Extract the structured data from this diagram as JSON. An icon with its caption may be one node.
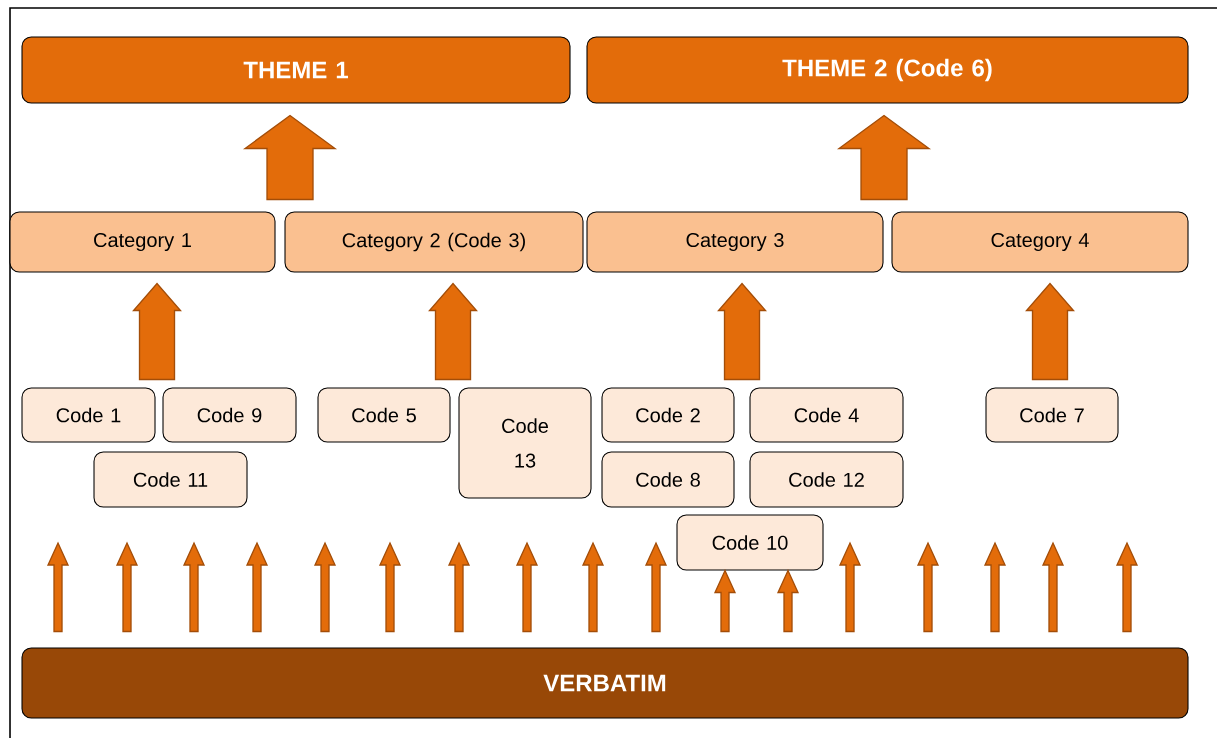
{
  "diagram": {
    "nodes": [
      {
        "text": [
          "THEME 1"
        ]
      },
      {
        "text": [
          "THEME 2 (Code 6)"
        ]
      },
      {
        "text": [
          "Category 1"
        ]
      },
      {
        "text": [
          "Category 2 (Code 3)"
        ]
      },
      {
        "text": [
          "Category 3"
        ]
      },
      {
        "text": [
          "Category 4"
        ]
      },
      {
        "text": [
          "Code 1"
        ]
      },
      {
        "text": [
          "Code 9"
        ]
      },
      {
        "text": [
          "Code 11"
        ]
      },
      {
        "text": [
          "Code 5"
        ]
      },
      {
        "text": [
          "Code 13"
        ]
      },
      {
        "text": [
          "Code 2"
        ]
      },
      {
        "text": [
          "Code 4"
        ]
      },
      {
        "text": [
          "Code 8"
        ]
      },
      {
        "text": [
          "Code 12"
        ]
      },
      {
        "text": [
          "Code 10"
        ]
      },
      {
        "text": [
          "Code 7"
        ]
      },
      {
        "text": [
          "VERBATIM"
        ]
      }
    ],
    "edges": [
      {
        "from": 2,
        "to": 0,
        "arrow": "to"
      },
      {
        "from": 3,
        "to": 0,
        "arrow": "to"
      },
      {
        "from": 4,
        "to": 1,
        "arrow": "to"
      },
      {
        "from": 5,
        "to": 1,
        "arrow": "to"
      },
      {
        "from": 6,
        "to": 2,
        "arrow": "to"
      },
      {
        "from": 7,
        "to": 2,
        "arrow": "to"
      },
      {
        "from": 8,
        "to": 2,
        "arrow": "to"
      },
      {
        "from": 9,
        "to": 3,
        "arrow": "to"
      },
      {
        "from": 10,
        "to": 3,
        "arrow": "to"
      },
      {
        "from": 11,
        "to": 4,
        "arrow": "to"
      },
      {
        "from": 12,
        "to": 4,
        "arrow": "to"
      },
      {
        "from": 13,
        "to": 4,
        "arrow": "to"
      },
      {
        "from": 14,
        "to": 4,
        "arrow": "to"
      },
      {
        "from": 16,
        "to": 5,
        "arrow": "to"
      },
      {
        "from": 17,
        "to": null,
        "arrow": "to"
      },
      {
        "from": 17,
        "to": null,
        "arrow": "to"
      },
      {
        "from": 17,
        "to": null,
        "arrow": "to"
      },
      {
        "from": 17,
        "to": null,
        "arrow": "to"
      },
      {
        "from": 17,
        "to": null,
        "arrow": "to"
      },
      {
        "from": 17,
        "to": null,
        "arrow": "to"
      },
      {
        "from": 17,
        "to": null,
        "arrow": "to"
      },
      {
        "from": 17,
        "to": null,
        "arrow": "to"
      },
      {
        "from": 17,
        "to": null,
        "arrow": "to"
      },
      {
        "from": 17,
        "to": null,
        "arrow": "to"
      },
      {
        "from": 17,
        "to": 15,
        "arrow": "to"
      },
      {
        "from": 17,
        "to": 15,
        "arrow": "to"
      },
      {
        "from": 17,
        "to": null,
        "arrow": "to"
      },
      {
        "from": 17,
        "to": null,
        "arrow": "to"
      },
      {
        "from": 17,
        "to": null,
        "arrow": "to"
      },
      {
        "from": 17,
        "to": null,
        "arrow": "to"
      },
      {
        "from": 17,
        "to": null,
        "arrow": "to"
      }
    ]
  }
}
